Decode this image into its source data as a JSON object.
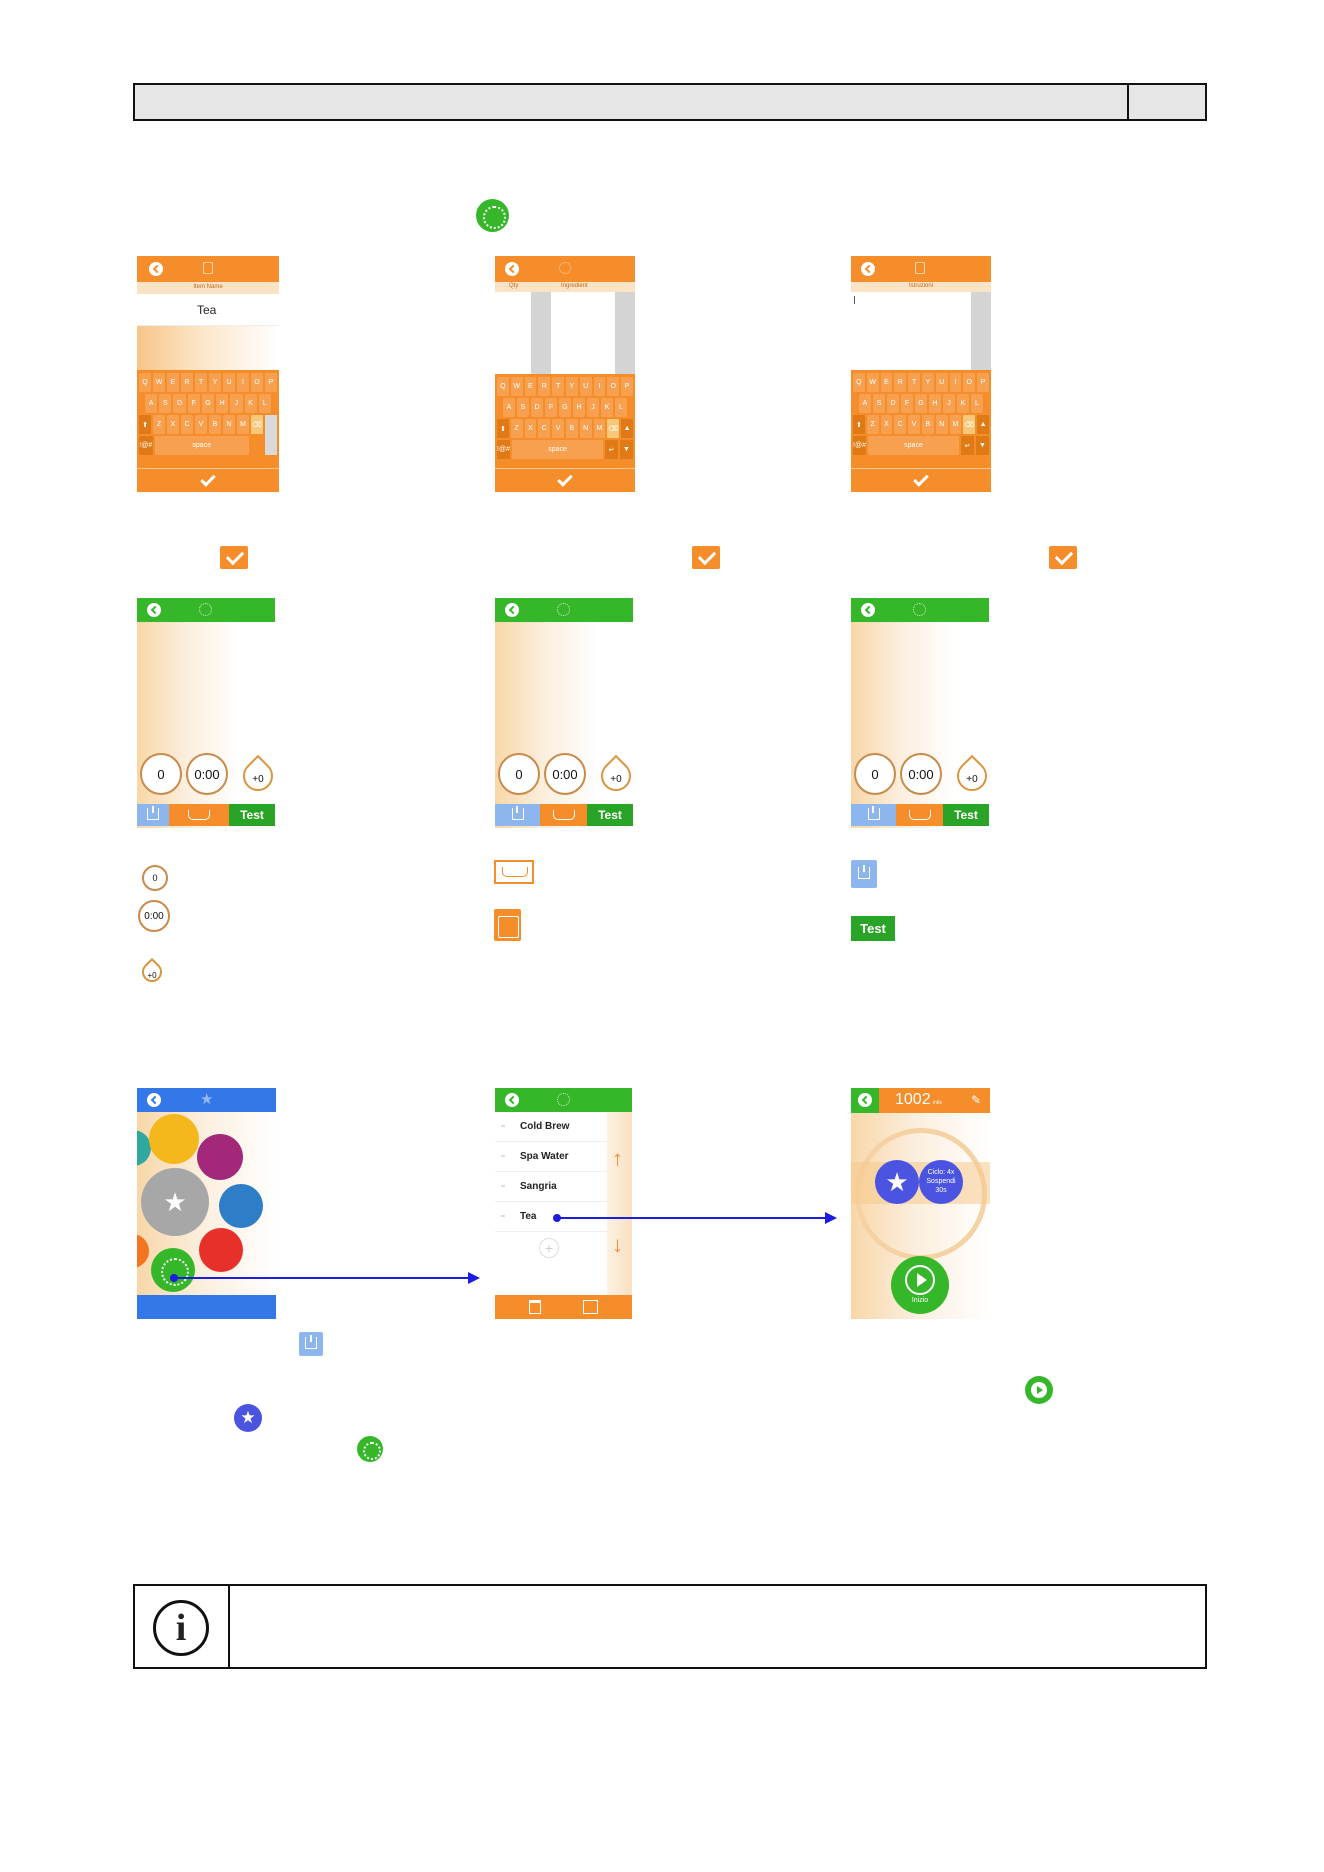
{
  "screen1": {
    "field_label": "Item Name",
    "value": "Tea",
    "keys_row1": [
      "Q",
      "W",
      "E",
      "R",
      "T",
      "Y",
      "U",
      "I",
      "O",
      "P"
    ],
    "keys_row2": [
      "A",
      "S",
      "D",
      "F",
      "G",
      "H",
      "J",
      "K",
      "L"
    ],
    "keys_row3": [
      "⬆",
      "Z",
      "X",
      "C",
      "V",
      "B",
      "N",
      "M",
      "⌫"
    ],
    "key_sym": "!@#",
    "key_space": "space"
  },
  "screen2": {
    "col1_label": "Qty",
    "col2_label": "Ingredient",
    "key_space": "space",
    "key_sym": "!@#"
  },
  "screen3": {
    "field_label": "Istruzioni",
    "key_space": "space",
    "key_sym": "!@#"
  },
  "program_screen": {
    "dial1_value": "0",
    "dial2_value": "0:00",
    "drop_value": "+0",
    "test_label": "Test"
  },
  "legend": {
    "dial1_value": "0",
    "dial2_value": "0:00",
    "drop_value": "+0",
    "test_label": "Test"
  },
  "list_screen": {
    "items": [
      "Cold Brew",
      "Spa Water",
      "Sangria",
      "Tea"
    ],
    "add_symbol": "+"
  },
  "run_screen": {
    "counter": "1002",
    "counter_unit": "ml/s",
    "cycle_text": "Ciclo: 4x",
    "pause_text": "Sospendi",
    "pause_time": "30s",
    "start_label": "Inizio"
  },
  "colors": {
    "orange": "#f48d2a",
    "green": "#35b729",
    "blue": "#3477e8",
    "arrow": "#1d1de0"
  }
}
